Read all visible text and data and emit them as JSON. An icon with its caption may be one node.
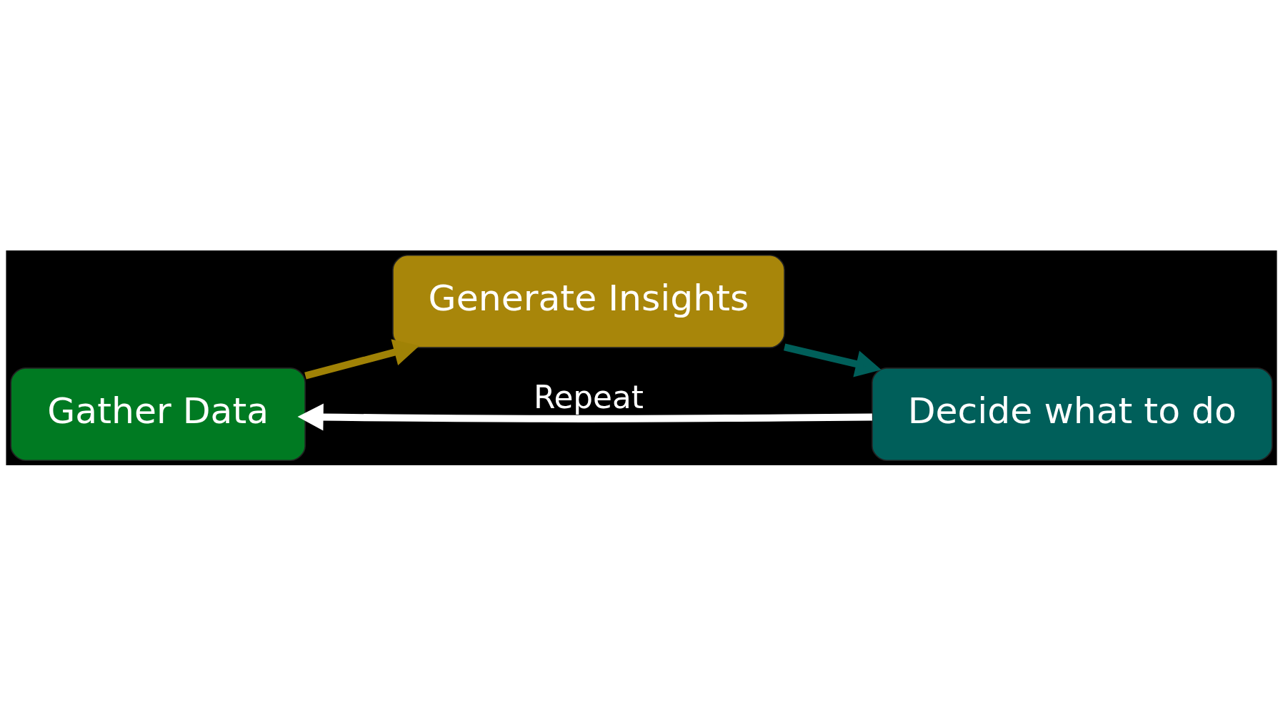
{
  "diagram": {
    "nodes": [
      {
        "text": [
          "Gather Data"
        ]
      },
      {
        "text": [
          "Generate Insights"
        ]
      },
      {
        "text": [
          "Decide what to do"
        ]
      }
    ],
    "edges": [
      {
        "from": 0,
        "to": 1,
        "arrow": "to",
        "color": "#a08206"
      },
      {
        "from": 1,
        "to": 2,
        "arrow": "to",
        "color": "#005f5a"
      },
      {
        "from": 2,
        "to": 0,
        "arrow": "to",
        "label": "Repeat",
        "color": "#ffffff"
      }
    ]
  }
}
